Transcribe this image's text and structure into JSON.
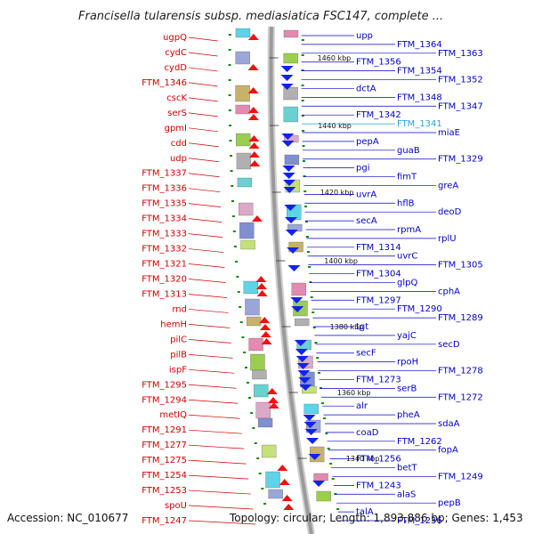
{
  "title": "Francisella tularensis subsp. mediasiatica FSC147, complete ...",
  "footer": {
    "accession": "Accession: NC_010677",
    "summary": "Topology: circular; Length: 1,893,886 bp; Genes: 1,453"
  },
  "colors": {
    "forward": "#ee1111",
    "reverse": "#1122ee",
    "left_label": "#cc0000",
    "right_label": "#0000cc",
    "highlight": "#2aa0d8",
    "backbone": "#9a9a9a",
    "ticks": "#118811"
  },
  "scale_ticks": [
    "1460 kbp",
    "1440 kbp",
    "1420 kbp",
    "1400 kbp",
    "1380 kbp",
    "1360 kbp",
    "1340 kbp"
  ],
  "left_labels": [
    "ugpQ",
    "cydC",
    "cydD",
    "FTM_1346",
    "cscK",
    "serS",
    "gpmI",
    "cdd",
    "udp",
    "FTM_1337",
    "FTM_1336",
    "FTM_1335",
    "FTM_1334",
    "FTM_1333",
    "FTM_1332",
    "FTM_1321",
    "FTM_1320",
    "FTM_1313",
    "rnd",
    "hemH",
    "pilC",
    "pilB",
    "ispF",
    "FTM_1295",
    "FTM_1294",
    "metIQ",
    "FTM_1291",
    "FTM_1277",
    "FTM_1275",
    "FTM_1254",
    "FTM_1253",
    "spoU",
    "FTM_1247"
  ],
  "right_labels": [
    "upp",
    "FTM_1364",
    "FTM_1363",
    "FTM_1356",
    "FTM_1354",
    "FTM_1352",
    "dctA",
    "FTM_1348",
    "FTM_1347",
    "FTM_1342",
    "FTM_1341",
    "miaE",
    "pepA",
    "guaB",
    "FTM_1329",
    "pgi",
    "fimT",
    "greA",
    "uvrA",
    "hflB",
    "deoD",
    "secA",
    "rpmA",
    "rplU",
    "FTM_1314",
    "uvrC",
    "FTM_1305",
    "FTM_1304",
    "glpQ",
    "cphA",
    "FTM_1297",
    "FTM_1290",
    "FTM_1289",
    "tgt",
    "yajC",
    "secD",
    "secF",
    "rpoH",
    "FTM_1278",
    "FTM_1273",
    "serB",
    "FTM_1272",
    "alr",
    "pheA",
    "sdaA",
    "coaD",
    "FTM_1262",
    "fopA",
    "FTM_1256",
    "betT",
    "FTM_1249",
    "FTM_1243",
    "alaS",
    "pepB",
    "talA",
    "FTM_1236"
  ],
  "highlighted_label": "FTM_1341"
}
